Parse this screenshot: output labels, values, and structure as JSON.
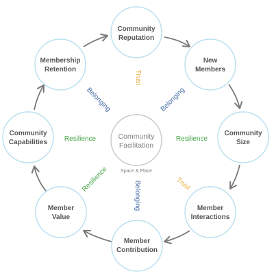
{
  "colors": {
    "circle_stroke": "#b9dff0",
    "center_stroke": "#c8c8c8",
    "arrow": "#7a7a7a",
    "trust": "#e8a93a",
    "belonging": "#4a6fa8",
    "resilience": "#47a447",
    "node_text": "#555555"
  },
  "nodes": [
    {
      "line1": "Community",
      "line2": "Reputation"
    },
    {
      "line1": "New",
      "line2": "Members"
    },
    {
      "line1": "Community",
      "line2": "Size"
    },
    {
      "line1": "Member",
      "line2": "Interactions"
    },
    {
      "line1": "Member",
      "line2": "Contribution"
    },
    {
      "line1": "Member",
      "line2": "Value"
    },
    {
      "line1": "Community",
      "line2": "Capabilities"
    },
    {
      "line1": "Membership",
      "line2": "Retention"
    }
  ],
  "center": {
    "line1": "Community",
    "line2": "Facilitation",
    "sublabel": "Space & Place"
  },
  "influences": {
    "trust_top": "Trust",
    "trust_right": "Trust",
    "belonging_left": "Belonging",
    "belonging_right": "Belonging",
    "belonging_bottom": "Belonging",
    "resilience_left": "Resilience",
    "resilience_right": "Resilience",
    "resilience_bottom": "Resilience"
  }
}
